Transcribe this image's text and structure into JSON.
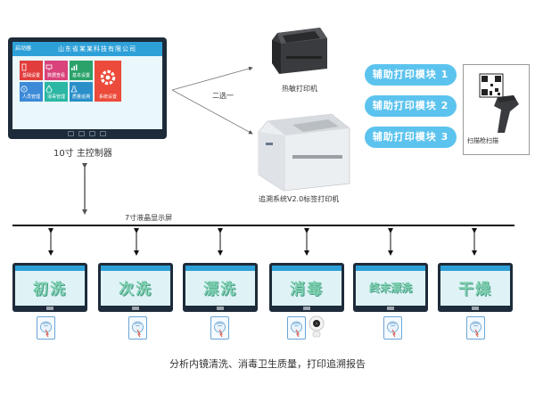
{
  "main_controller": {
    "logo_text": "启动器",
    "title": "山东省某某科技有限公司",
    "caption": "10寸 主控制器",
    "tiles": [
      {
        "label": "基础设置",
        "color": "#e23d3d"
      },
      {
        "label": "数据查看",
        "color": "#d9427a"
      },
      {
        "label": "基本设置",
        "color": "#2aa26a"
      },
      {
        "label": "系统设置",
        "color": "#e44a3a"
      },
      {
        "label": "人员管理",
        "color": "#3c8ad8"
      },
      {
        "label": "消毒管理",
        "color": "#2bb7a3"
      },
      {
        "label": "质量追溯",
        "color": "#2a8fc8"
      }
    ]
  },
  "printers": {
    "thermal_caption": "热敏打印机",
    "label_caption": "追溯系统V2.0标签打印机",
    "choice_label": "二选一"
  },
  "modules": [
    "辅助打印模块 1",
    "辅助打印模块 2",
    "辅助打印模块 3"
  ],
  "scanner": {
    "caption": "扫描枪扫描"
  },
  "bus_caption": "7寸液晶显示屏",
  "stations": [
    "初洗",
    "次洗",
    "漂洗",
    "消毒",
    "终末漂洗",
    "干燥"
  ],
  "footer": "分析内镜清洗、消毒卫生质量，打印追溯报告"
}
